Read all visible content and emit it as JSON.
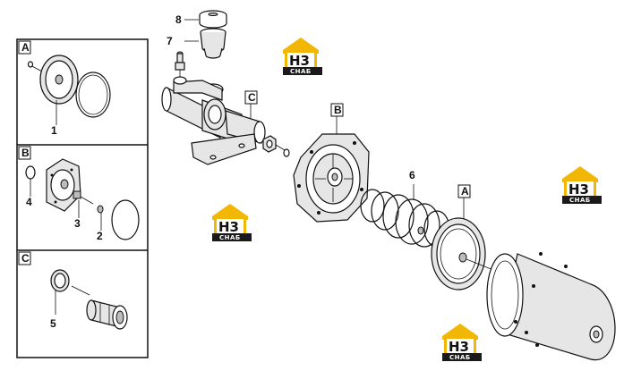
{
  "panels": [
    {
      "id": "A",
      "label": "A",
      "callouts": [
        "1"
      ]
    },
    {
      "id": "B",
      "label": "B",
      "callouts": [
        "4",
        "3",
        "2"
      ]
    },
    {
      "id": "C",
      "label": "C",
      "callouts": [
        "5"
      ]
    }
  ],
  "main_callouts": {
    "part8": "8",
    "part7": "7",
    "part6": "6",
    "tagA": "A",
    "tagB": "B",
    "tagC": "C"
  },
  "watermark": {
    "text": "H3",
    "sub": "CHAБ",
    "colors": {
      "roof": "#f2b705",
      "dark": "#1a1a1a",
      "light": "#ffffff"
    }
  }
}
